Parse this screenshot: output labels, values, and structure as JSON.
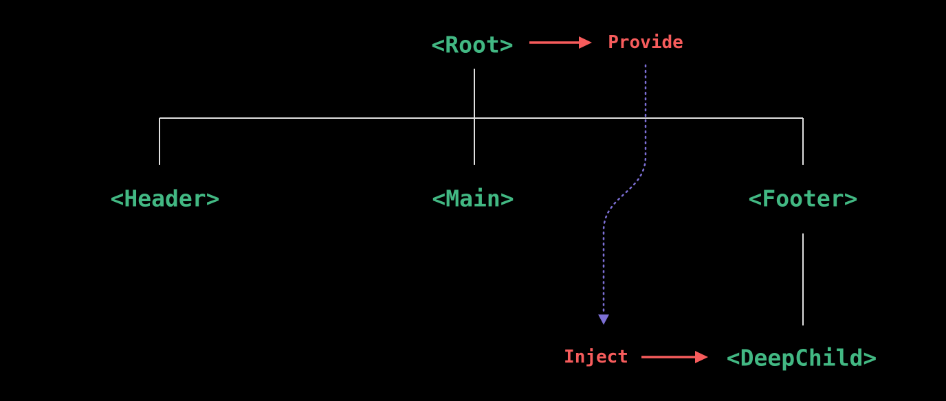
{
  "diagram": {
    "description": "component-tree-provide-inject",
    "nodes": {
      "root": "<Root>",
      "header": "<Header>",
      "main": "<Main>",
      "footer": "<Footer>",
      "deep_child": "<DeepChild>"
    },
    "annotations": {
      "provide": "Provide",
      "inject": "Inject"
    },
    "colors": {
      "component_green": "#42b883",
      "accent_red": "#f75c5c",
      "dashed_purple": "#7d70d6",
      "tree_line": "#e0e0e0",
      "background": "#000000"
    }
  }
}
